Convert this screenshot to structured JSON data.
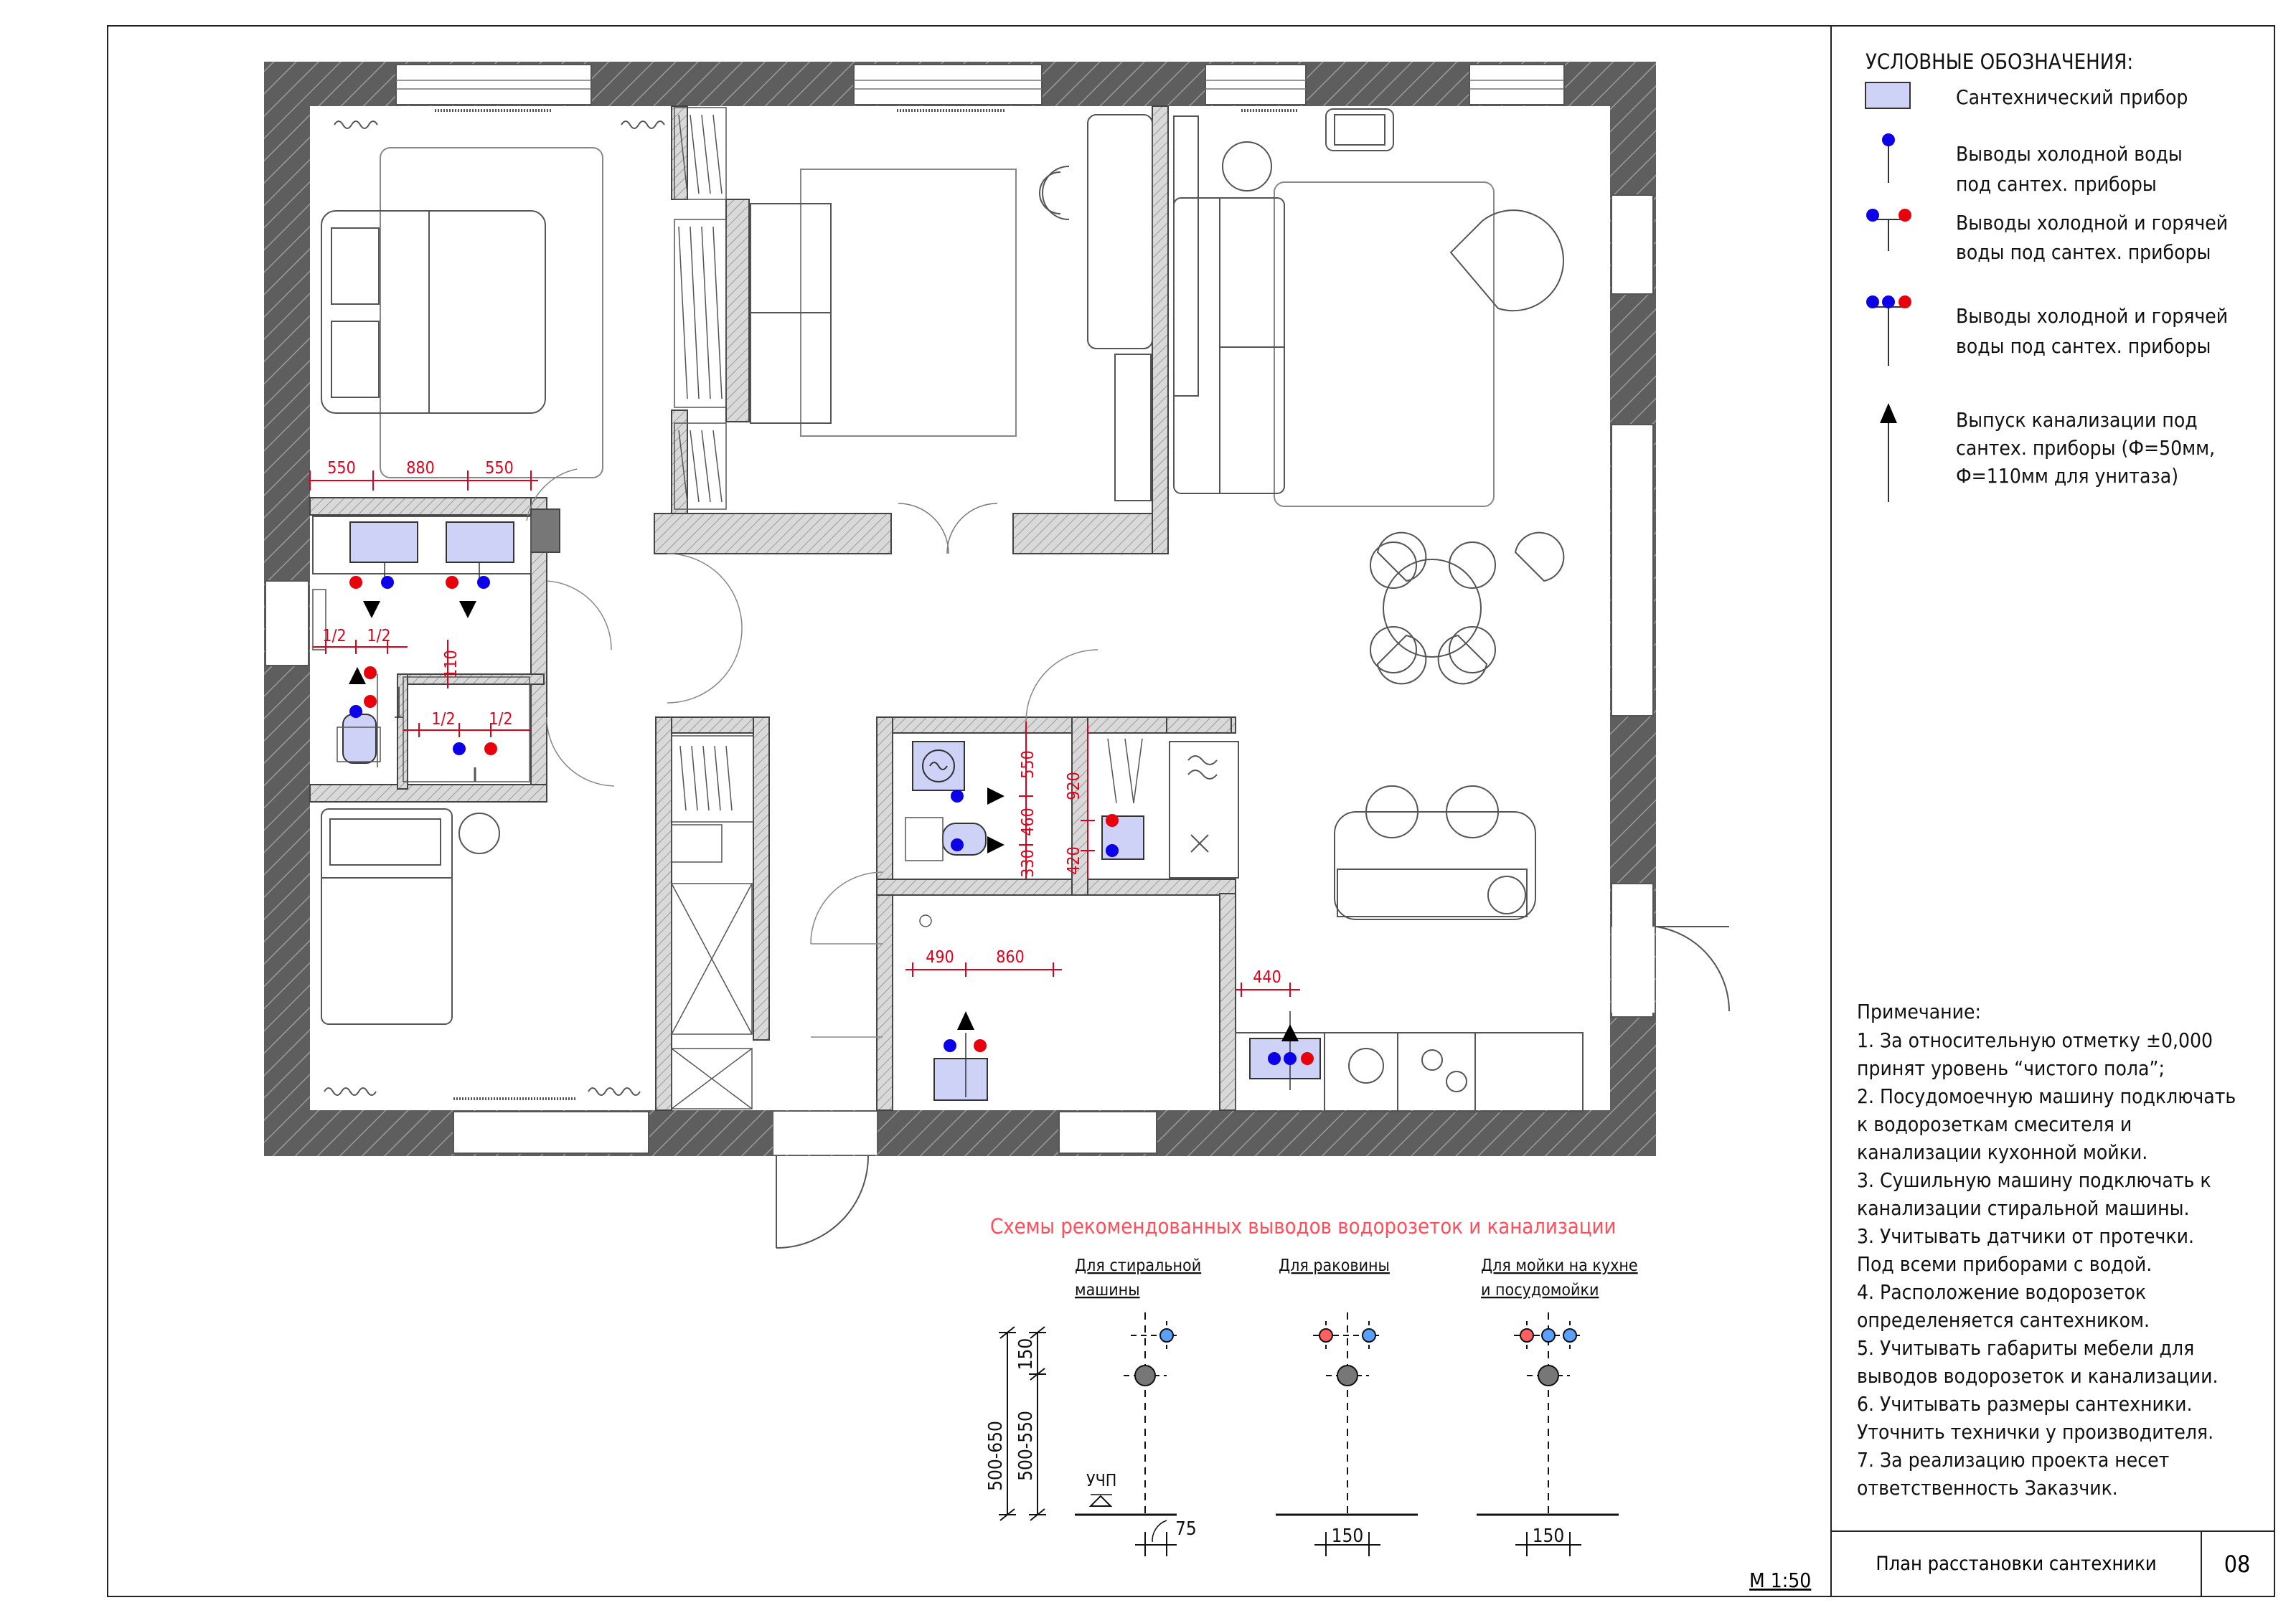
{
  "legend": {
    "title": "УСЛОВНЫЕ ОБОЗНАЧЕНИЯ:",
    "items": [
      {
        "icon": "fixture-swatch",
        "lines": [
          "Сантехнический прибор"
        ]
      },
      {
        "icon": "cold-water-outlet",
        "lines": [
          "Выводы холодной воды",
          "под сантех. приборы"
        ]
      },
      {
        "icon": "cold-hot-water-outlet",
        "lines": [
          "Выводы холодной и горячей",
          "воды под сантех. приборы"
        ]
      },
      {
        "icon": "cold-hot-water-triple-outlet",
        "lines": [
          "Выводы холодной и горячей",
          "воды под сантех. приборы"
        ]
      },
      {
        "icon": "sewer-outlet-arrow",
        "lines": [
          "Выпуск канализации под",
          "сантех. приборы (Ф=50мм,",
          "Ф=110мм для унитаза)"
        ]
      }
    ]
  },
  "notes": {
    "title": "Примечание:",
    "lines": [
      "1. За относительную отметку ±0,000",
      "принят уровень “чистого пола”;",
      "2. Посудомоечную машину подключать",
      "к водорозеткам смесителя и",
      "канализации кухонной мойки.",
      "3. Сушильную машину подключать к",
      "канализации стиральной машины.",
      "3. Учитывать датчики от протечки.",
      "Под всеми приборами с водой.",
      "4. Расположение водорозеток",
      "определеняется сантехником.",
      "5. Учитывать габариты мебели для",
      "выводов водорозеток и канализации.",
      "6. Учитывать размеры сантехники.",
      "Уточнить технички у производителя.",
      "7. За реализацию проекта несет",
      "ответственность Заказчик."
    ]
  },
  "title_block": {
    "sheet_title": "План расстановки сантехники",
    "sheet_number": "08",
    "scale": "М 1:50"
  },
  "plan_dimensions": {
    "bath_top": [
      "550",
      "880",
      "550"
    ],
    "bath_left": [
      "1/2",
      "1/2"
    ],
    "bath_vertical": "110",
    "bath_lower": [
      "1/2",
      "1/2"
    ],
    "laundry_vertical": [
      "550",
      "460",
      "330"
    ],
    "laundry_right": [
      "920",
      "420"
    ],
    "hall_sink": [
      "490",
      "860"
    ],
    "kitchen": "440"
  },
  "schemes": {
    "title": "Схемы рекомендованных выводов водорозеток и канализации",
    "columns": [
      {
        "title_lines": [
          "Для стиральной",
          "машины"
        ],
        "bottom_dim": "75"
      },
      {
        "title_lines": [
          "Для раковины"
        ],
        "bottom_dim": "150"
      },
      {
        "title_lines": [
          "Для мойки на кухне",
          "и посудомойки"
        ],
        "bottom_dim": "150"
      }
    ],
    "height_dims": {
      "outer": "500-650",
      "inner": "500-550",
      "top": "150"
    },
    "floor_label": "УЧП"
  },
  "colors": {
    "cold": "#0b00e8",
    "hot": "#e8000d",
    "fixture": "#cfd2f7",
    "dimension": "#e0001b",
    "wall": "#595959",
    "scheme_title": "#ff4d5a"
  }
}
